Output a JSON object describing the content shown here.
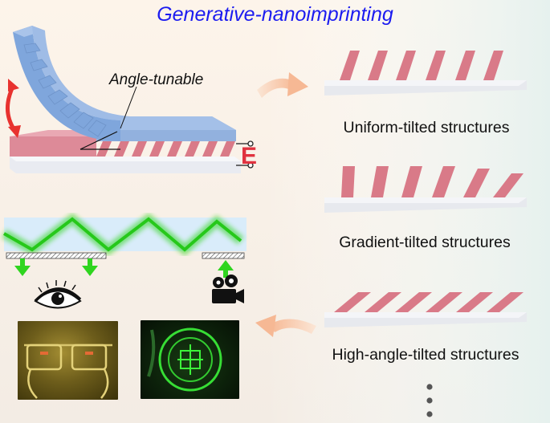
{
  "title": "Generative-nanoimprinting",
  "angle_label": "Angle-tunable",
  "electrode_label": "E",
  "structures": [
    {
      "caption": "Uniform-tilted structures"
    },
    {
      "caption": "Gradient-tilted structures"
    },
    {
      "caption": "High-angle-tilted structures"
    }
  ],
  "icons": [
    "double-arrow-icon",
    "eye-icon",
    "camera-icon",
    "curved-arrow-icon",
    "ellipsis-icon"
  ],
  "colors": {
    "title": "#1c1cf0",
    "mold": "#7fa6dc",
    "resist": "#dd8a98",
    "pillar": "#d97a88",
    "substrate": "#eaecf0",
    "arrow_red": "#e8322f",
    "light_green": "#2fd51f",
    "flow_arrow": "#f8c7a6"
  }
}
